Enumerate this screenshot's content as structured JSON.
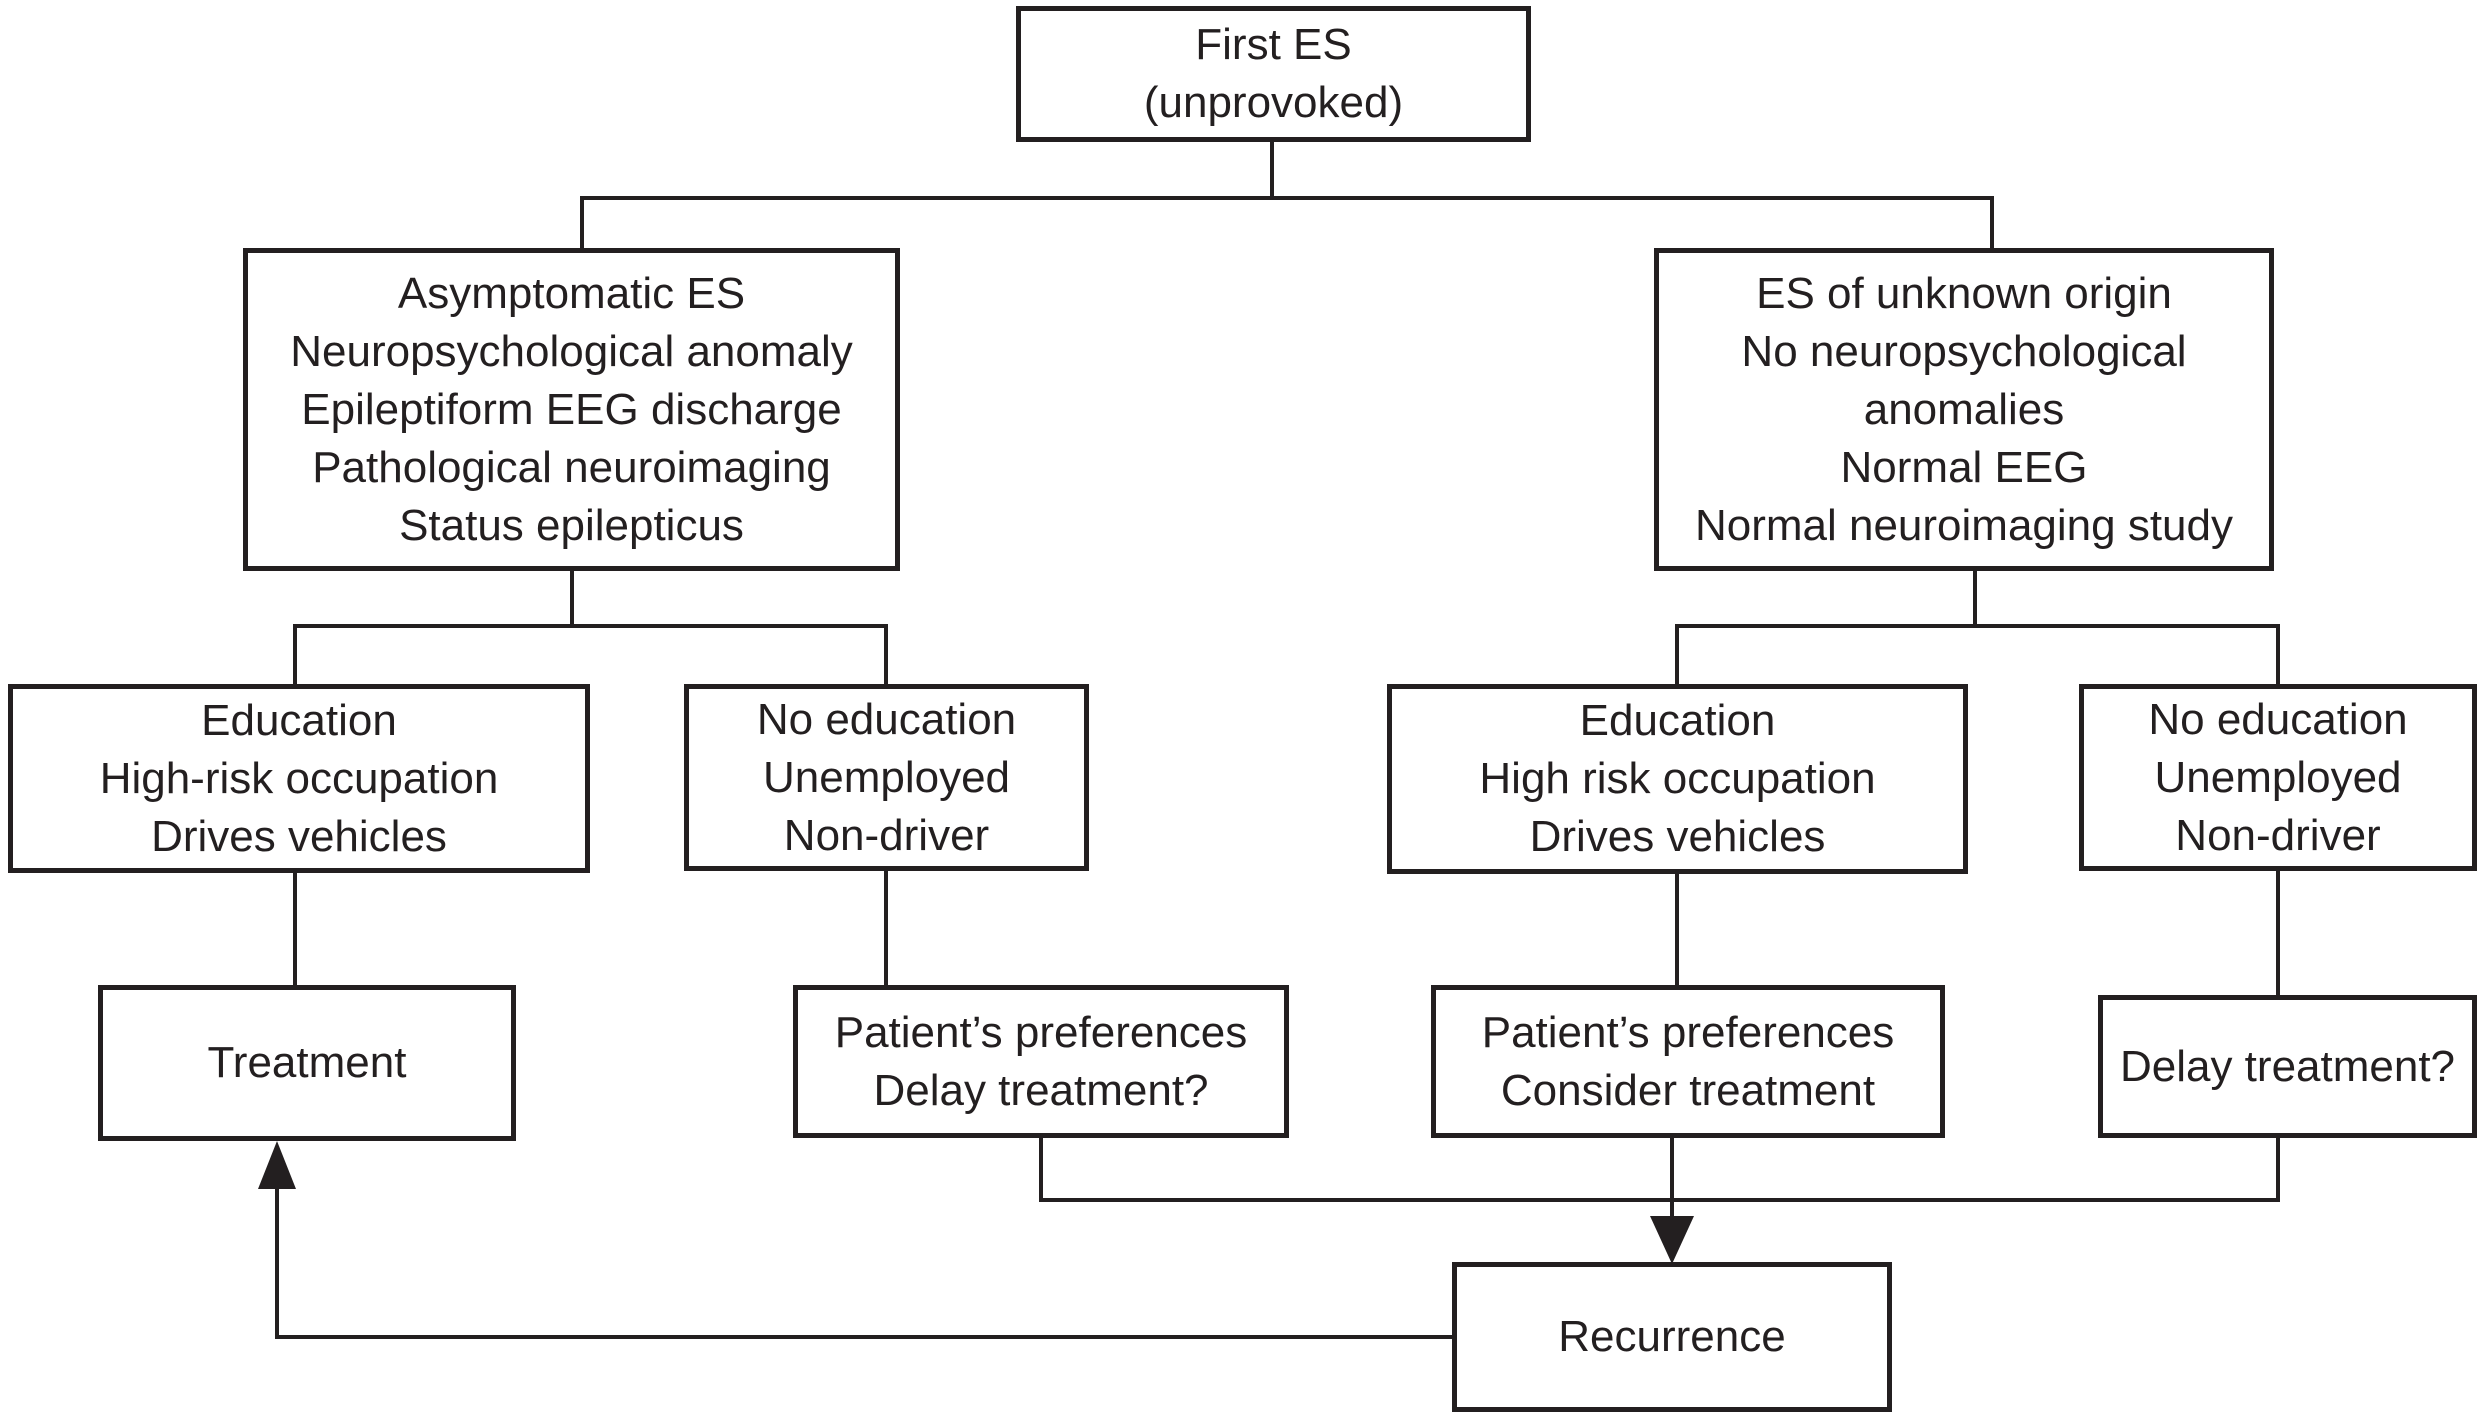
{
  "colors": {
    "line": "#231f20",
    "background": "#ffffff"
  },
  "nodes": {
    "first_es": {
      "lines": [
        "First ES",
        "(unprovoked)"
      ]
    },
    "symptomatic": {
      "lines": [
        "Asymptomatic ES",
        "Neuropsychological anomaly",
        "Epileptiform EEG discharge",
        "Pathological neuroimaging",
        "Status epilepticus"
      ]
    },
    "unknown_origin": {
      "lines": [
        "ES of unknown origin",
        "No neuropsychological",
        "anomalies",
        "Normal EEG",
        "Normal neuroimaging study"
      ]
    },
    "education_left": {
      "lines": [
        "Education",
        "High-risk occupation",
        "Drives vehicles"
      ]
    },
    "no_education_left": {
      "lines": [
        "No education",
        "Unemployed",
        "Non-driver"
      ]
    },
    "education_right": {
      "lines": [
        "Education",
        "High risk occupation",
        "Drives vehicles"
      ]
    },
    "no_education_right": {
      "lines": [
        "No education",
        "Unemployed",
        "Non-driver"
      ]
    },
    "treatment": {
      "lines": [
        "Treatment"
      ]
    },
    "preferences_delay": {
      "lines": [
        "Patient’s preferences",
        "Delay treatment?"
      ]
    },
    "preferences_consider": {
      "lines": [
        "Patient’s preferences",
        "Consider treatment"
      ]
    },
    "delay_treatment": {
      "lines": [
        "Delay treatment?"
      ]
    },
    "recurrence": {
      "lines": [
        "Recurrence"
      ]
    }
  }
}
